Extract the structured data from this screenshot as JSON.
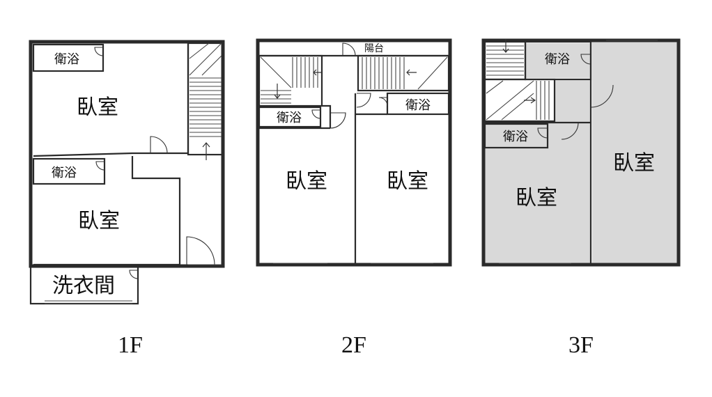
{
  "floors": {
    "f1": {
      "label": "1F",
      "rooms": {
        "bath_top": "衛浴",
        "bedroom_top": "臥室",
        "bath_mid": "衛浴",
        "bedroom_bottom": "臥室",
        "laundry": "洗衣間"
      }
    },
    "f2": {
      "label": "2F",
      "rooms": {
        "balcony": "陽台",
        "bath_left": "衛浴",
        "bath_right": "衛浴",
        "bedroom_left": "臥室",
        "bedroom_right": "臥室"
      }
    },
    "f3": {
      "label": "3F",
      "rooms": {
        "bath_top": "衛浴",
        "bath_mid": "衛浴",
        "bedroom_left": "臥室",
        "bedroom_right": "臥室"
      }
    }
  }
}
